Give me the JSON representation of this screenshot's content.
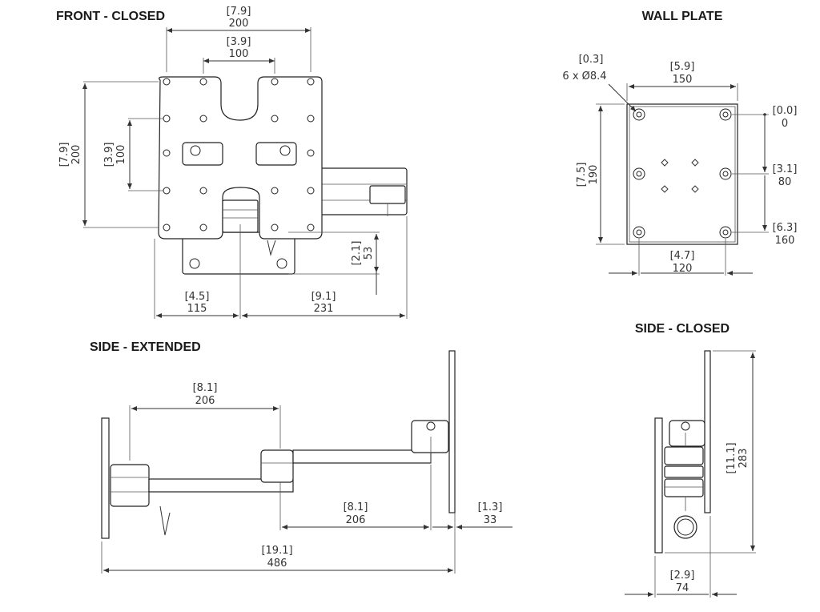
{
  "views": {
    "front_closed": {
      "title": "FRONT - CLOSED",
      "dims": {
        "top_width_in": "[7.9]",
        "top_width_mm": "200",
        "inner_width_in": "[3.9]",
        "inner_width_mm": "100",
        "left_height_in": "[7.9]",
        "left_height_mm": "200",
        "inner_height_in": "[3.9]",
        "inner_height_mm": "100",
        "offset_in": "[2.1]",
        "offset_mm": "53",
        "left_base_in": "[4.5]",
        "left_base_mm": "115",
        "right_base_in": "[9.1]",
        "right_base_mm": "231"
      }
    },
    "wall_plate": {
      "title": "WALL PLATE",
      "dims": {
        "hole_in": "[0.3]",
        "hole_mm": "6 x Ø8.4",
        "width_in": "[5.9]",
        "width_mm": "150",
        "height_in": "[7.5]",
        "height_mm": "190",
        "y0_in": "[0.0]",
        "y0_mm": "0",
        "y1_in": "[3.1]",
        "y1_mm": "80",
        "y2_in": "[6.3]",
        "y2_mm": "160",
        "bottom_in": "[4.7]",
        "bottom_mm": "120"
      }
    },
    "side_extended": {
      "title": "SIDE - EXTENDED",
      "dims": {
        "arm1_in": "[8.1]",
        "arm1_mm": "206",
        "arm2_in": "[8.1]",
        "arm2_mm": "206",
        "offset_in": "[1.3]",
        "offset_mm": "33",
        "total_in": "[19.1]",
        "total_mm": "486"
      }
    },
    "side_closed": {
      "title": "SIDE - CLOSED",
      "dims": {
        "height_in": "[11.1]",
        "height_mm": "283",
        "depth_in": "[2.9]",
        "depth_mm": "74"
      }
    }
  }
}
